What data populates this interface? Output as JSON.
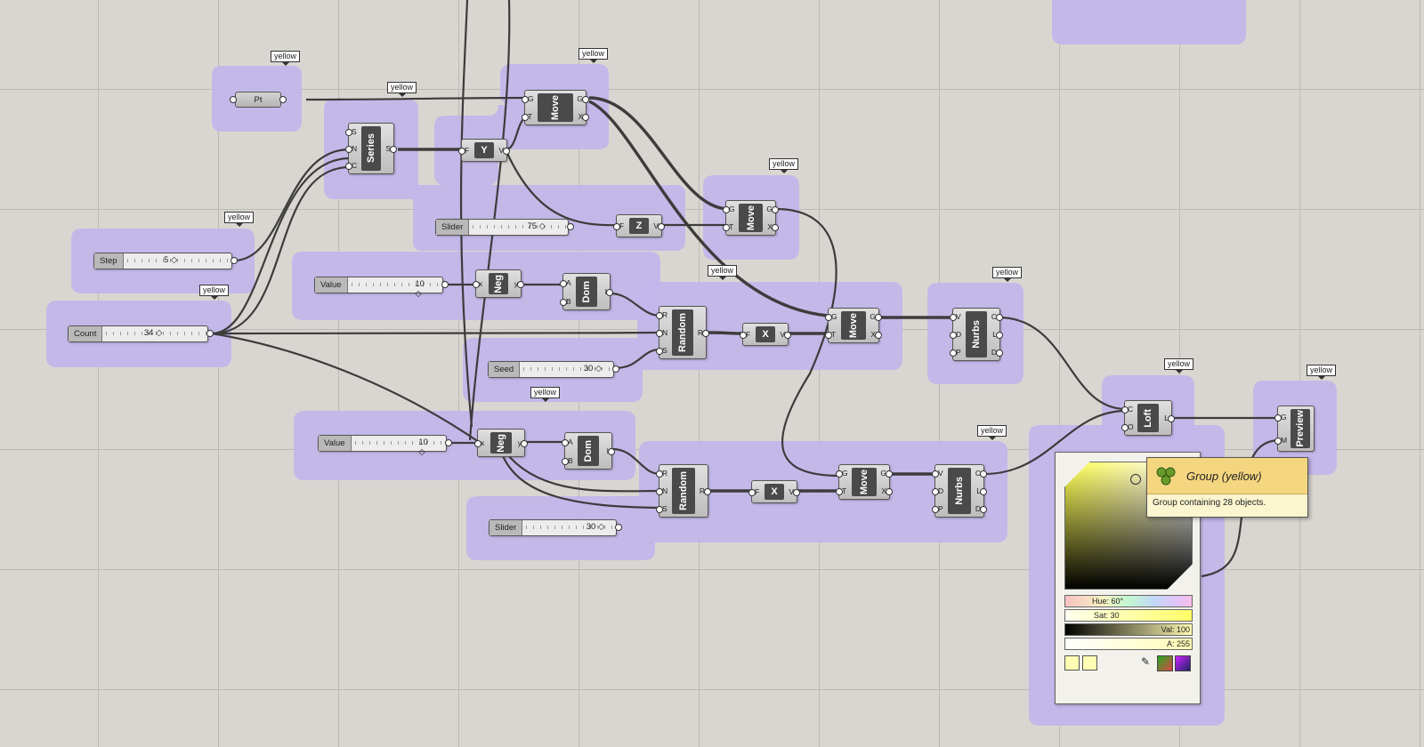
{
  "group_tag_label": "yellow",
  "components": {
    "pt": {
      "label": "Pt"
    },
    "series": {
      "label": "Series",
      "inputs": [
        "S",
        "N",
        "C"
      ],
      "outputs": [
        "S"
      ]
    },
    "decompose_y": {
      "label": "Y",
      "inputs": [
        "F"
      ],
      "outputs": [
        "V"
      ]
    },
    "move_1": {
      "label": "Move",
      "inputs": [
        "G",
        "T"
      ],
      "outputs": [
        "G",
        "X"
      ]
    },
    "decompose_z": {
      "label": "Z",
      "inputs": [
        "F"
      ],
      "outputs": [
        "V"
      ]
    },
    "move_2": {
      "label": "Move",
      "inputs": [
        "G",
        "T"
      ],
      "outputs": [
        "G",
        "X"
      ]
    },
    "neg_1": {
      "label": "Neg",
      "inputs": [
        "x"
      ],
      "outputs": [
        "y"
      ]
    },
    "dom_1": {
      "label": "Dom",
      "inputs": [
        "A",
        "B"
      ],
      "outputs": [
        "I"
      ]
    },
    "random_1": {
      "label": "Random",
      "inputs": [
        "R",
        "N",
        "S"
      ],
      "outputs": [
        "R"
      ]
    },
    "decompose_x_1": {
      "label": "X",
      "inputs": [
        "F"
      ],
      "outputs": [
        "V"
      ]
    },
    "move_3": {
      "label": "Move",
      "inputs": [
        "G",
        "T"
      ],
      "outputs": [
        "G",
        "X"
      ]
    },
    "nurbs_1": {
      "label": "Nurbs",
      "inputs": [
        "V",
        "D",
        "P"
      ],
      "outputs": [
        "C",
        "L",
        "D"
      ]
    },
    "loft": {
      "label": "Loft",
      "inputs": [
        "C",
        "O"
      ],
      "outputs": [
        "L"
      ]
    },
    "preview": {
      "label": "Preview",
      "inputs": [
        "G",
        "M"
      ],
      "outputs": []
    },
    "neg_2": {
      "label": "Neg",
      "inputs": [
        "x"
      ],
      "outputs": [
        "y"
      ]
    },
    "dom_2": {
      "label": "Dom",
      "inputs": [
        "A",
        "B"
      ],
      "outputs": [
        "I"
      ]
    },
    "random_2": {
      "label": "Random",
      "inputs": [
        "R",
        "N",
        "S"
      ],
      "outputs": [
        "R"
      ]
    },
    "decompose_x_2": {
      "label": "X",
      "inputs": [
        "F"
      ],
      "outputs": [
        "V"
      ]
    },
    "move_4": {
      "label": "Move",
      "inputs": [
        "G",
        "T"
      ],
      "outputs": [
        "G",
        "X"
      ]
    },
    "nurbs_2": {
      "label": "Nurbs",
      "inputs": [
        "V",
        "D",
        "P"
      ],
      "outputs": [
        "C",
        "L",
        "D"
      ]
    }
  },
  "sliders": {
    "step": {
      "name": "Step",
      "value": "5",
      "level": 0.45
    },
    "count": {
      "name": "Count",
      "value": "34",
      "level": 0.5
    },
    "slider_z": {
      "name": "Slider",
      "value": "75",
      "level": 0.7
    },
    "value_1": {
      "name": "Value",
      "value": "10",
      "level": 0.82
    },
    "seed": {
      "name": "Seed",
      "value": "30",
      "level": 0.8
    },
    "value_2": {
      "name": "Value",
      "value": "10",
      "level": 0.82
    },
    "slider_2": {
      "name": "Slider",
      "value": "30",
      "level": 0.8
    }
  },
  "colour_swatch": {
    "hue": "Hue: 60°",
    "sat": "Sat: 30",
    "val": "Val: 100",
    "alpha": "A: 255",
    "colour": "#fffcb3"
  },
  "tooltip": {
    "title": "Group (yellow)",
    "description": "Group containing 28 objects.",
    "icon": "group-icon"
  },
  "colors": {
    "canvas": "#d9d6d1",
    "group_fill": "#c2b5ea",
    "wire": "#3c3c3c",
    "tooltip_header": "#f5d680"
  }
}
